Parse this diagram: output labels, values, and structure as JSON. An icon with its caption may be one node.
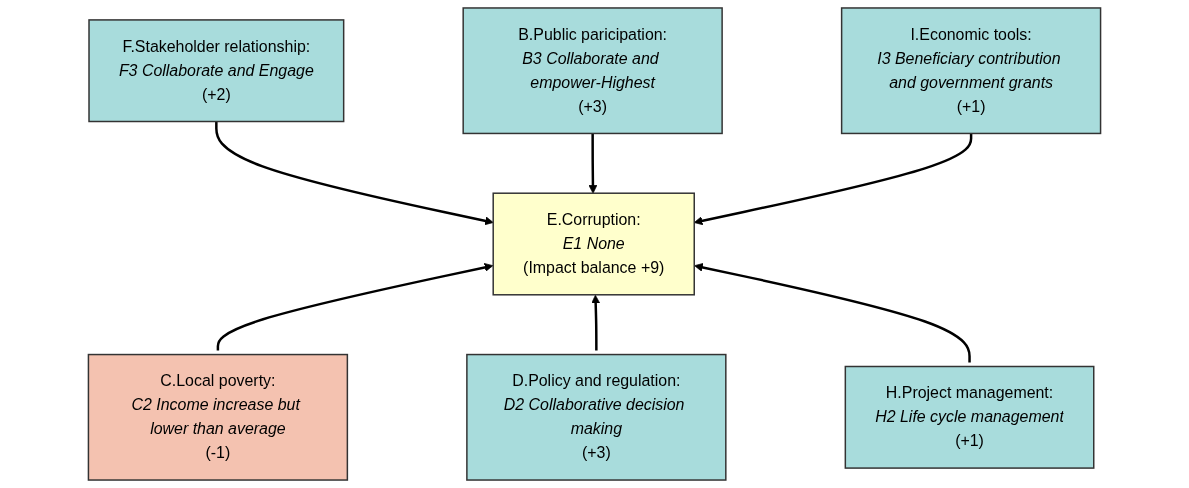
{
  "diagram": {
    "nodes": [
      {
        "text": [
          "F.Stakeholder relationship:",
          "F3 Collaborate and Engage",
          "(+2)"
        ]
      },
      {
        "text": [
          "B.Public paricipation:",
          "B3 Collaborate and empower-Highest",
          "(+3)"
        ]
      },
      {
        "text": [
          "I.Economic tools:",
          "I3 Beneficiary contribution and government grants",
          "(+1)"
        ]
      },
      {
        "text": [
          "E.Corruption:",
          "E1 None",
          "(Impact balance +9)"
        ]
      },
      {
        "text": [
          "C.Local poverty:",
          "C2 Income increase but lower than average",
          "(-1)"
        ]
      },
      {
        "text": [
          "D.Policy and regulation:",
          "D2 Collaborative decision making",
          "(+3)"
        ]
      },
      {
        "text": [
          "H.Project management:",
          "H2 Life cycle management",
          "(+1)"
        ]
      }
    ],
    "edges": [
      {
        "from": 0,
        "to": 3,
        "arrow": "to"
      },
      {
        "from": 1,
        "to": 3,
        "arrow": "to"
      },
      {
        "from": 2,
        "to": 3,
        "arrow": "to"
      },
      {
        "from": 4,
        "to": 3,
        "arrow": "to"
      },
      {
        "from": 5,
        "to": 3,
        "arrow": "to"
      },
      {
        "from": 6,
        "to": 3,
        "arrow": "to"
      }
    ]
  }
}
